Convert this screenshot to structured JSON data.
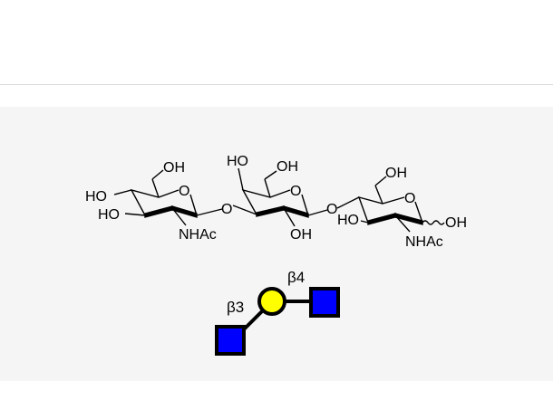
{
  "structure": {
    "residue1": {
      "oh6": "OH",
      "ho4": "HO",
      "ho3": "HO",
      "ring_o": "O",
      "nhac": "NHAc"
    },
    "link1_o": "O",
    "residue2": {
      "ho4": "HO",
      "oh6": "OH",
      "ring_o": "O",
      "oh2": "OH"
    },
    "link2_o": "O",
    "residue3": {
      "oh6": "OH",
      "ring_o": "O",
      "ho3": "HO",
      "oh1": "OH",
      "nhac": "NHAc"
    }
  },
  "symbol": {
    "galactose_color": "#FFFF00",
    "glcnac_color": "#0000FF",
    "linkage_right": "β4",
    "linkage_left": "β3"
  }
}
